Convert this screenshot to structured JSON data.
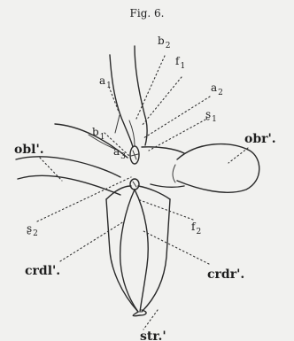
{
  "figure": {
    "title": "Fig. 6.",
    "labels": {
      "a1": {
        "base": "a",
        "sub": "1"
      },
      "b2": {
        "base": "b",
        "sub": "2"
      },
      "f1": {
        "base": "f",
        "sub": "1"
      },
      "a2": {
        "base": "a",
        "sub": "2"
      },
      "g1": {
        "base": "ʂ",
        "sub": "1"
      },
      "b1": {
        "base": "b",
        "sub": "1"
      },
      "a3": {
        "base": "a",
        "sub": "3"
      },
      "obl": "obl'.",
      "obr": "obr'.",
      "g2": {
        "base": "ʂ",
        "sub": "2"
      },
      "f2": {
        "base": "f",
        "sub": "2"
      },
      "crdl": "crdl'.",
      "crdr": "crdr'.",
      "str": "str.'"
    }
  }
}
